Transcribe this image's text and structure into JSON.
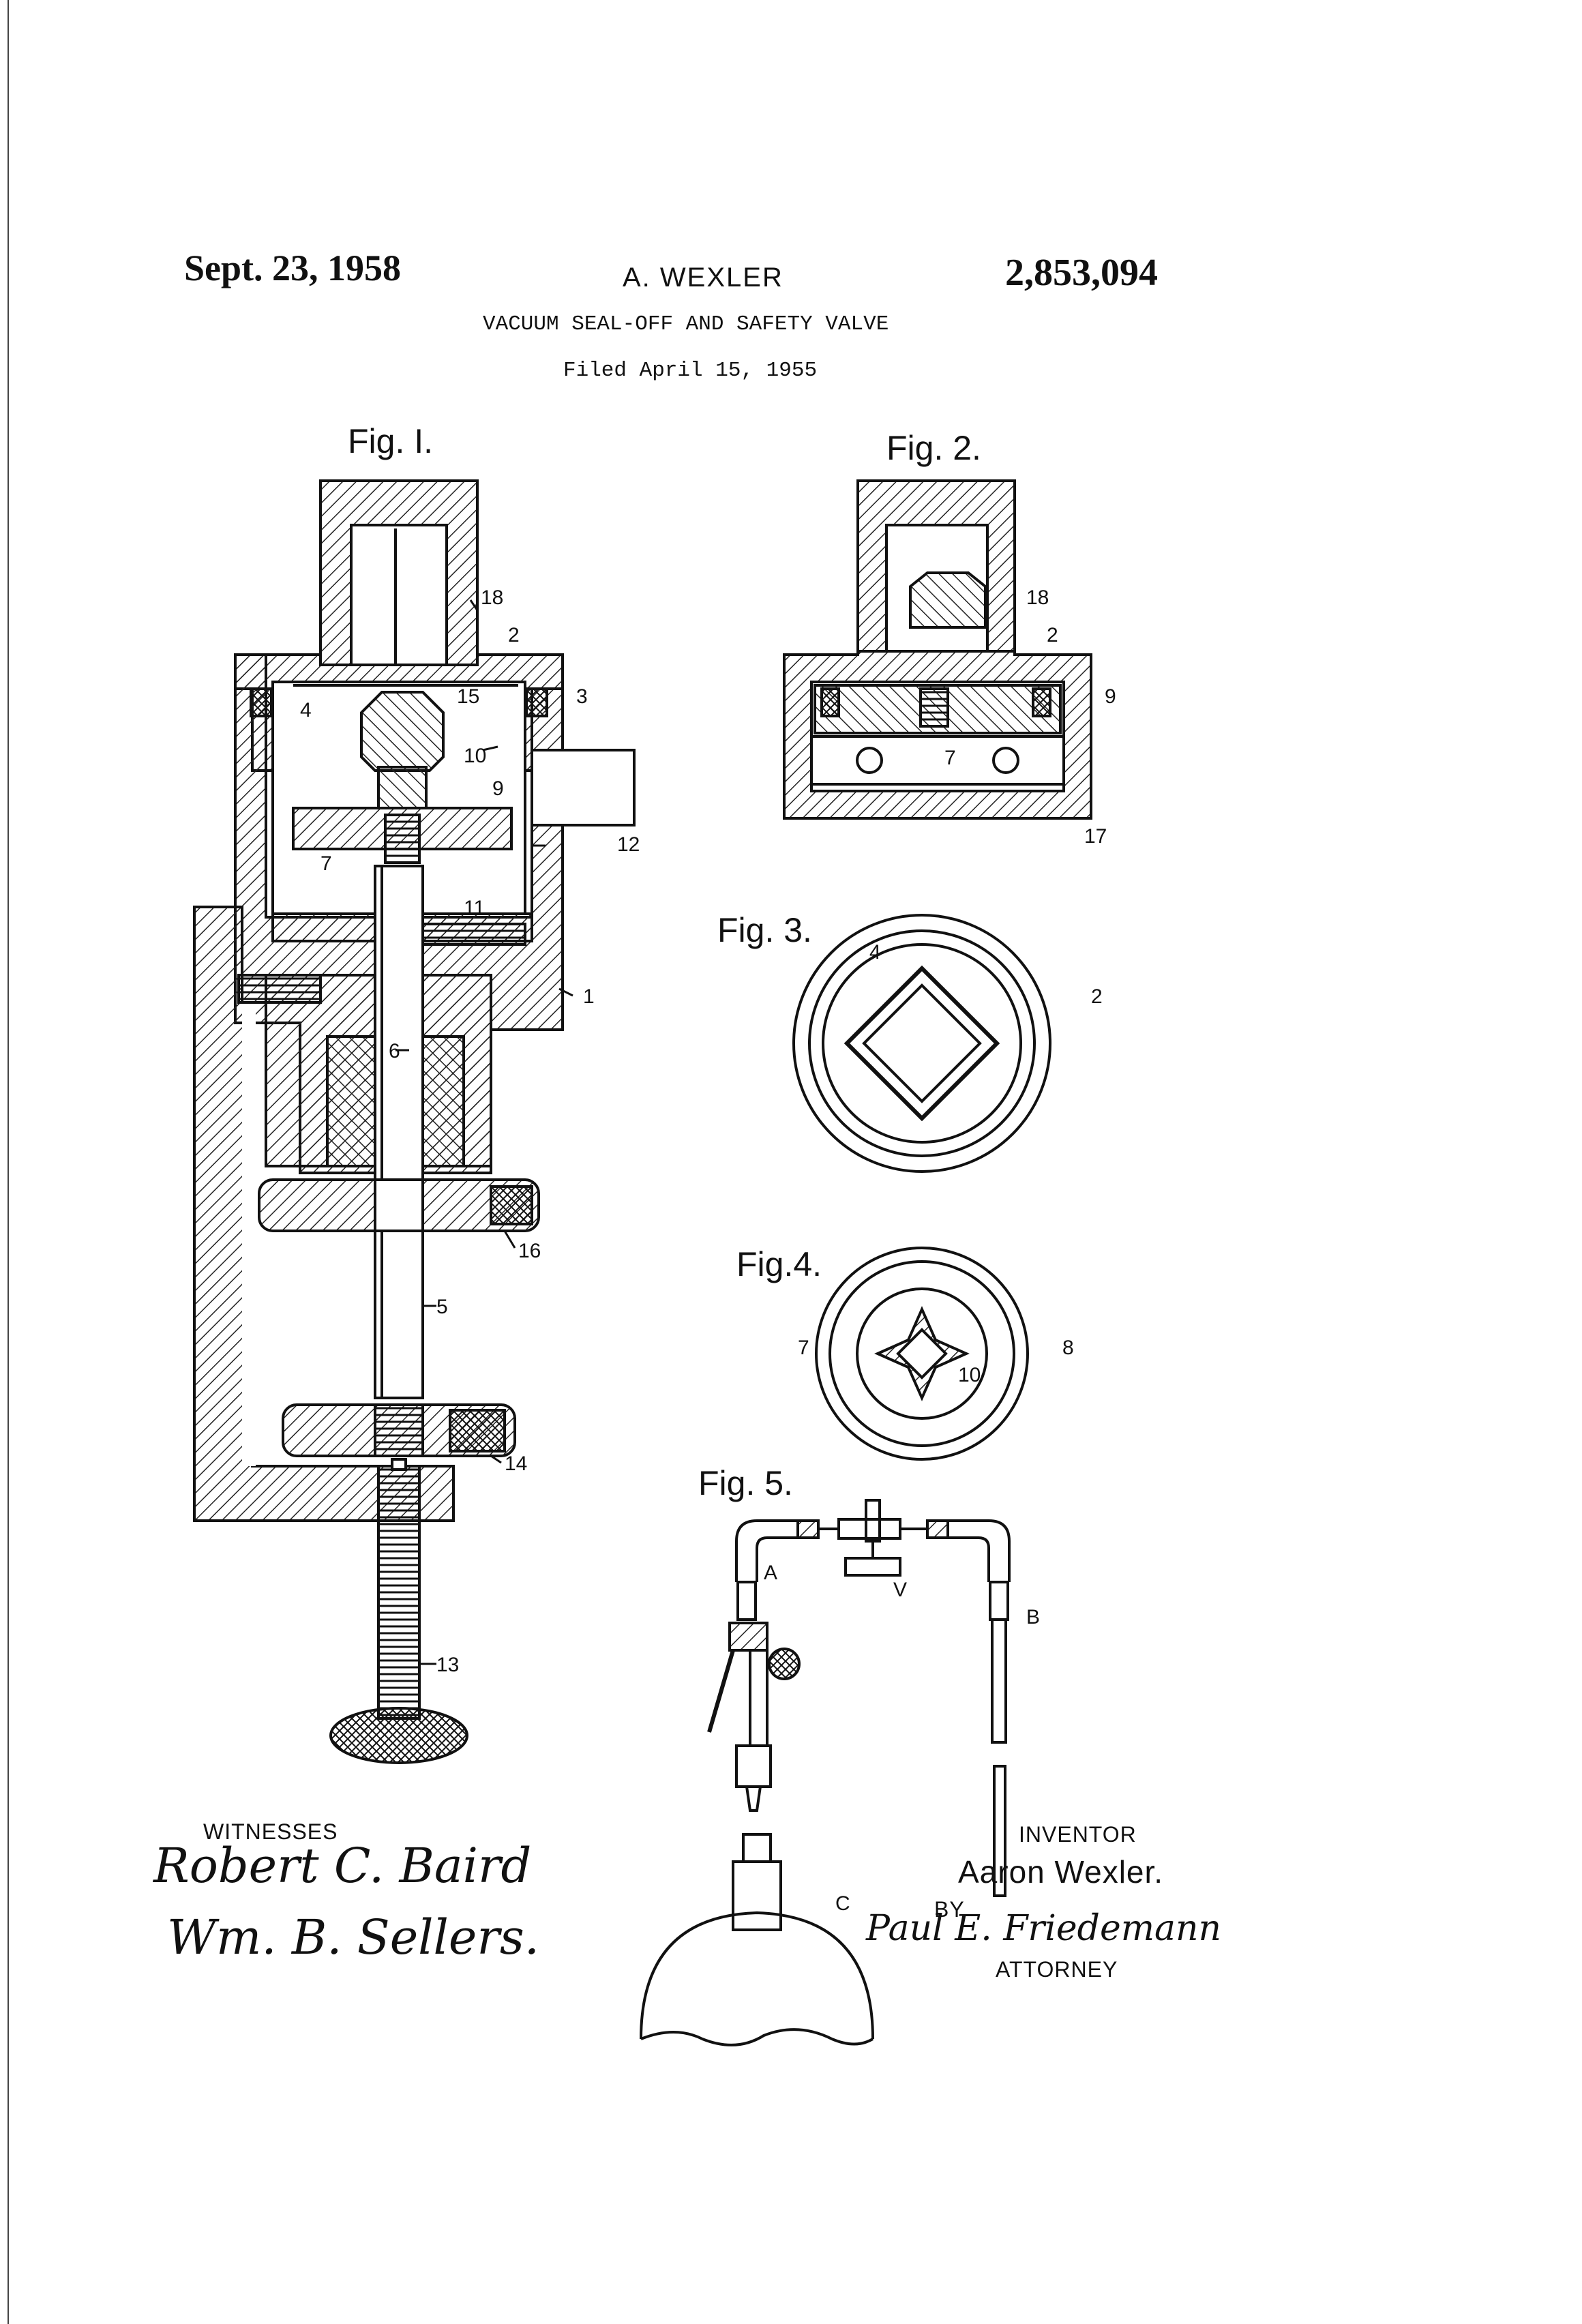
{
  "header": {
    "date": "Sept. 23, 1958",
    "inventor_short": "A. WEXLER",
    "patent_number": "2,853,094",
    "title": "VACUUM SEAL-OFF AND SAFETY VALVE",
    "filed": "Filed April 15, 1955"
  },
  "figures": {
    "fig1": "Fig. I.",
    "fig2": "Fig. 2.",
    "fig3": "Fig. 3.",
    "fig4": "Fig.4.",
    "fig5": "Fig. 5."
  },
  "reference_numerals": {
    "fig1": [
      "18",
      "2",
      "3",
      "4",
      "15",
      "10",
      "9",
      "7",
      "12",
      "11",
      "1",
      "6",
      "16",
      "5",
      "14",
      "13"
    ],
    "fig2": [
      "18",
      "2",
      "9",
      "7",
      "17"
    ],
    "fig3": [
      "4",
      "2"
    ],
    "fig4": [
      "7",
      "8",
      "10"
    ],
    "fig5": [
      "A",
      "V",
      "B",
      "C"
    ]
  },
  "witnesses": {
    "label": "WITNESSES",
    "signature_1": "Robert C. Baird",
    "signature_2": "Wm. B. Sellers."
  },
  "inventor": {
    "label": "INVENTOR",
    "name": "Aaron Wexler.",
    "by": "BY",
    "attorney_signature": "Paul E. Friedemann",
    "attorney_label": "ATTORNEY"
  }
}
